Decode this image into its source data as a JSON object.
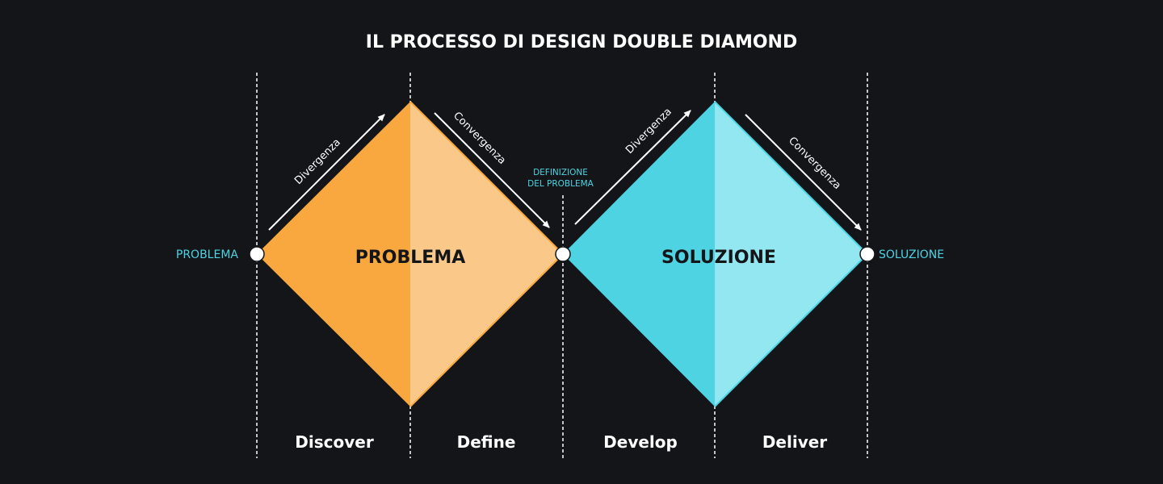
{
  "title": "IL PROCESSO DI DESIGN DOUBLE DIAMOND",
  "colors": {
    "background": "#141519",
    "orange_dark": "#F9A83F",
    "orange_light": "#FAC98A",
    "cyan_dark": "#4DD3E2",
    "cyan_light": "#92E7F0",
    "accent_text": "#4DD3E2",
    "white": "#FFFFFF"
  },
  "diamonds": [
    {
      "label": "PROBLEMA"
    },
    {
      "label": "SOLUZIONE"
    }
  ],
  "arrows": {
    "divergence_label": "Divergenza",
    "convergence_label": "Convergenza"
  },
  "side_labels": {
    "start": "PROBLEMA",
    "end": "SOLUZIONE",
    "middle_line1": "DEFINIZIONE",
    "middle_line2": "DEL PROBLEMA"
  },
  "phases": [
    "Discover",
    "Define",
    "Develop",
    "Deliver"
  ]
}
